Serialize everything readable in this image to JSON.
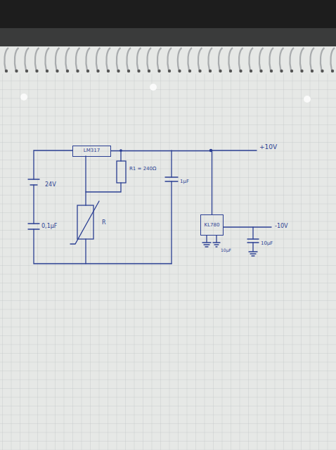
{
  "diagram": {
    "nodes": [
      {
        "text": [
          "LM317"
        ]
      },
      {
        "text": [
          "KL780"
        ]
      }
    ],
    "edges": [
      {
        "from": 0,
        "to": 1,
        "arrow": "none"
      }
    ],
    "labels": [
      "24V",
      "0,1µF",
      "R1 = 240Ω",
      "R",
      "1µF",
      "+10V",
      "-10V",
      "10µF",
      "10µF"
    ]
  }
}
